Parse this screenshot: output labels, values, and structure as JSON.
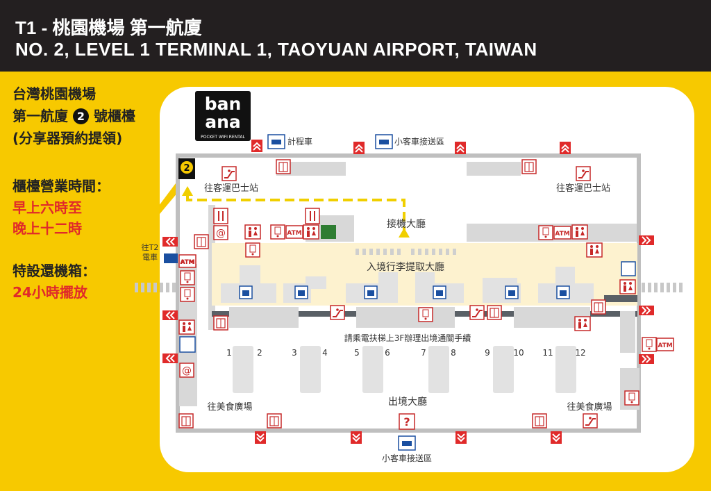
{
  "header": {
    "title_zh": "T1 - 桃園機場 第一航廈",
    "title_en": "NO. 2, LEVEL 1 TERMINAL 1, TAOYUAN  AIRPORT, TAIWAN"
  },
  "sidebar": {
    "lines": [
      "台灣桃園機場",
      "第一航廈",
      "號櫃檯",
      "(分享器預約提領)"
    ],
    "counter_number": "2",
    "hours_label": "櫃檯營業時間：",
    "hours_1": "早上六時至",
    "hours_2": "晚上十二時",
    "return_label": "特設還機箱：",
    "return_value": "24小時擺放"
  },
  "logo": {
    "line1": "ban",
    "line2": "ana",
    "tagline": "POCKET WIFI RENTAL"
  },
  "map": {
    "counter_marker": "2",
    "taxi": "計程車",
    "car_pickup_top": "小客車接送區",
    "car_pickup_bottom": "小客車接送區",
    "bus_left": "往客運巴士站",
    "bus_right": "往客運巴士站",
    "t2_train": "往T2\n電車",
    "t2_train_1": "往T2",
    "t2_train_2": "電車",
    "arrival_hall": "接機大廳",
    "baggage_claim": "入境行李提取大廳",
    "escalator_note": "請乘電扶梯上3F辦理出境通關手續",
    "departure_hall": "出境大廳",
    "food_left": "往美食廣場",
    "food_right": "往美食廣場",
    "atm": "ATM",
    "help": "?",
    "gates": [
      "1",
      "2",
      "3",
      "4",
      "5",
      "6",
      "7",
      "8",
      "9",
      "10",
      "11",
      "12"
    ]
  },
  "colors": {
    "accent_red": "#e02a2a",
    "brand_yellow": "#f7c900",
    "path_yellow": "#f0cf00",
    "hall_fill": "#fdf2cf"
  }
}
